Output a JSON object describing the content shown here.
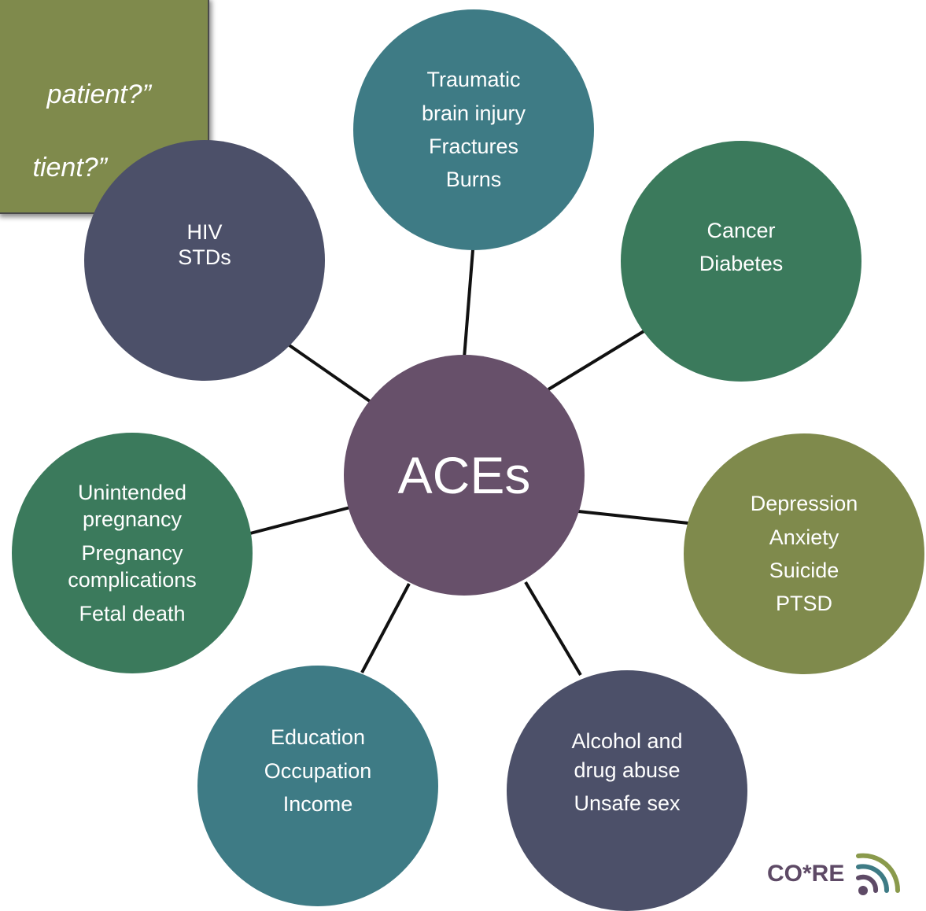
{
  "quote": {
    "line1": "patient?”",
    "line2": "tient?”"
  },
  "center": {
    "label": "ACEs",
    "color": "#67506a"
  },
  "nodes": [
    {
      "id": "injury",
      "color": "#3e7b85",
      "lines": [
        "Traumatic",
        "brain injury",
        "Fractures",
        "Burns"
      ]
    },
    {
      "id": "chronic-disease",
      "color": "#3b7a5c",
      "lines": [
        "Cancer",
        "Diabetes"
      ]
    },
    {
      "id": "mental-health",
      "color": "#7f8a4c",
      "lines": [
        "Depression",
        "Anxiety",
        "Suicide",
        "PTSD"
      ]
    },
    {
      "id": "risky-behaviors",
      "color": "#4c5069",
      "lines": [
        "Alcohol and",
        "drug abuse",
        "Unsafe sex"
      ]
    },
    {
      "id": "opportunities",
      "color": "#3e7b85",
      "lines": [
        "Education",
        "Occupation",
        "Income"
      ]
    },
    {
      "id": "maternal-health",
      "color": "#3b7a5c",
      "lines": [
        "Unintended",
        "pregnancy",
        "Pregnancy",
        "complications",
        "Fetal death"
      ]
    },
    {
      "id": "infectious-disease",
      "color": "#4c5069",
      "lines": [
        "HIV",
        "STDs"
      ]
    }
  ],
  "logo": {
    "text": "CO*RE",
    "icon": "signal-arcs-icon",
    "colors": [
      "#5e4a66",
      "#3e7b85",
      "#8a9a4c"
    ]
  }
}
